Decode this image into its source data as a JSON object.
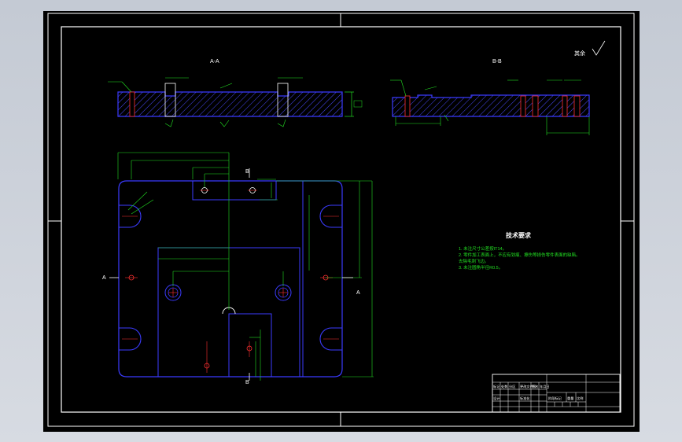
{
  "drawing": {
    "section_aa_label": "A-A",
    "section_bb_label": "B-B",
    "roughness_note": "其余",
    "section_markers": {
      "a_left": "A",
      "a_right": "A",
      "b_top": "B",
      "b_bottom": "B"
    },
    "technical_requirements": {
      "title": "技术要求",
      "items": [
        "1. 未注尺寸公差按IT14。",
        "2. 零件加工表面上，不应有划痕、擦伤等损伤零件表面的缺陷。",
        "   去除毛刺飞边。",
        "3. 未注圆角半径R0.5。"
      ]
    },
    "title_block": {
      "cells": [
        "标记",
        "处数",
        "分区",
        "更改文件号",
        "签名",
        "年月日",
        "设计",
        "标准化",
        "阶段标记",
        "重量",
        "比例"
      ]
    },
    "colors": {
      "sheet": "#000000",
      "outline": "#3b3bff",
      "dimension": "#22e022",
      "centerline": "#ff3030",
      "hatch": "#4a4aff",
      "border": "#ffffff",
      "text_label": "#ffffff"
    }
  }
}
